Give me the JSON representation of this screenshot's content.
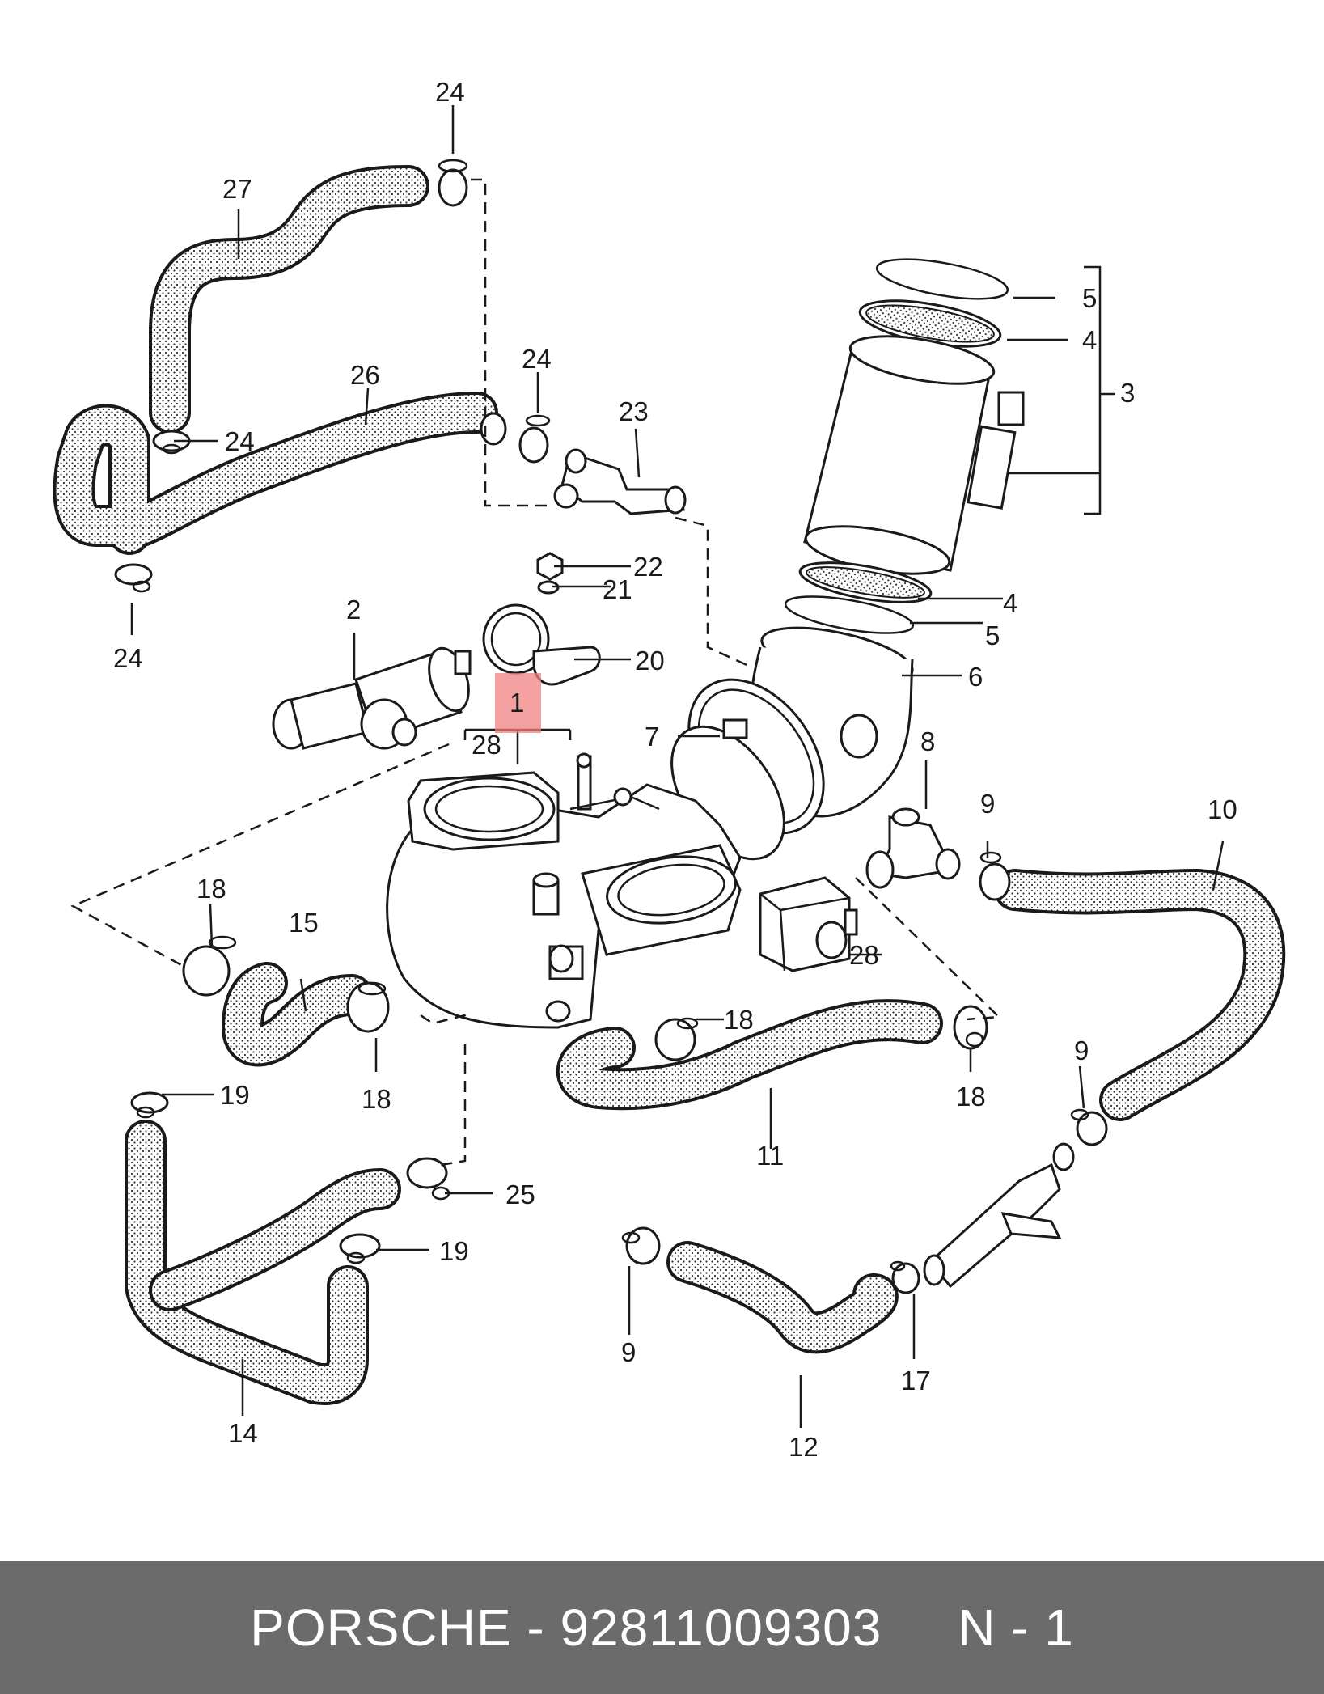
{
  "footer": {
    "text": "PORSCHE - 92811009303     N - 1",
    "background": "#6b6b6b"
  },
  "highlight": {
    "color": "#f08080",
    "label": "1"
  },
  "callouts": [
    {
      "id": "c24a",
      "label": "24"
    },
    {
      "id": "c27",
      "label": "27"
    },
    {
      "id": "c26",
      "label": "26"
    },
    {
      "id": "c24b",
      "label": "24"
    },
    {
      "id": "c24c",
      "label": "24"
    },
    {
      "id": "c23",
      "label": "23"
    },
    {
      "id": "c24d",
      "label": "24"
    },
    {
      "id": "c5a",
      "label": "5"
    },
    {
      "id": "c4a",
      "label": "4"
    },
    {
      "id": "c3",
      "label": "3"
    },
    {
      "id": "c22",
      "label": "22"
    },
    {
      "id": "c21",
      "label": "21"
    },
    {
      "id": "c2",
      "label": "2"
    },
    {
      "id": "c20",
      "label": "20"
    },
    {
      "id": "c4b",
      "label": "4"
    },
    {
      "id": "c5b",
      "label": "5"
    },
    {
      "id": "c6",
      "label": "6"
    },
    {
      "id": "c28a",
      "label": "28"
    },
    {
      "id": "c7",
      "label": "7"
    },
    {
      "id": "c8",
      "label": "8"
    },
    {
      "id": "c9a",
      "label": "9"
    },
    {
      "id": "c10",
      "label": "10"
    },
    {
      "id": "c18a",
      "label": "18"
    },
    {
      "id": "c15",
      "label": "15"
    },
    {
      "id": "c28b",
      "label": "28"
    },
    {
      "id": "c18b",
      "label": "18"
    },
    {
      "id": "c18c",
      "label": "18"
    },
    {
      "id": "c18d",
      "label": "18"
    },
    {
      "id": "c19a",
      "label": "19"
    },
    {
      "id": "c11",
      "label": "11"
    },
    {
      "id": "c9b",
      "label": "9"
    },
    {
      "id": "c25",
      "label": "25"
    },
    {
      "id": "c19b",
      "label": "19"
    },
    {
      "id": "c9c",
      "label": "9"
    },
    {
      "id": "c17",
      "label": "17"
    },
    {
      "id": "c14",
      "label": "14"
    },
    {
      "id": "c12",
      "label": "12"
    }
  ]
}
